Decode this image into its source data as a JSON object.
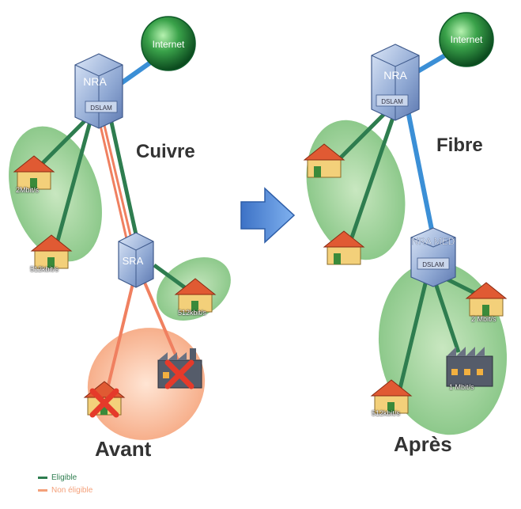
{
  "before": {
    "title": "Avant",
    "medium": "Cuivre",
    "nra_label": "NRA",
    "dslam_label": "DSLAM",
    "internet_label": "Internet",
    "sra_label": "SRA",
    "houses": [
      {
        "speed": "2Mbit/s",
        "eligible": true
      },
      {
        "speed": "512kbit/s",
        "eligible": true
      },
      {
        "speed": "512kbit/s",
        "eligible": true
      }
    ]
  },
  "after": {
    "title": "Après",
    "medium": "Fibre",
    "nra_label": "NRA",
    "dslam_label": "DSLAM",
    "internet_label": "Internet",
    "nra_med_label": "NRA MED",
    "dslam2_label": "DSLAM",
    "houses": [
      {
        "speed": "2 Mbit/s"
      },
      {
        "speed": "1 Mbit/s"
      },
      {
        "speed": "512kbit/s"
      }
    ]
  },
  "legend": [
    {
      "label": "Eligible",
      "color": "#2e7d4f"
    },
    {
      "label": "Non éligible",
      "color": "#f4a07a"
    }
  ],
  "colors": {
    "green_line": "#2e7d4f",
    "orange_line": "#f08060",
    "blue_line": "#3b8fd6",
    "zone_green": "#7cc07a",
    "zone_orange": "#f7b08e"
  }
}
